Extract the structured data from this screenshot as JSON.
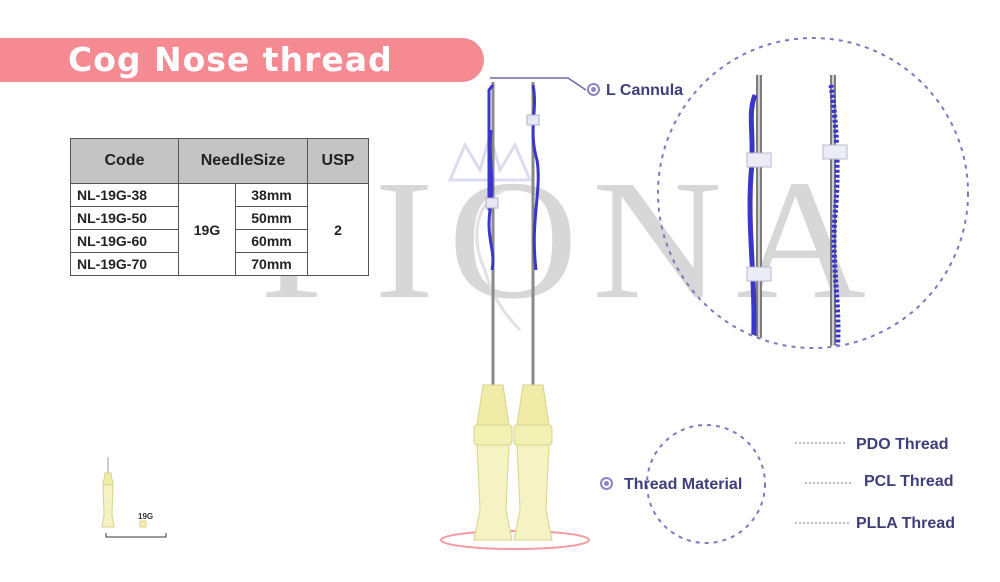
{
  "title": "Cog Nose thread",
  "watermark": "FIONA",
  "table": {
    "headers": [
      "Code",
      "NeedleSize",
      "USP"
    ],
    "rows": [
      {
        "code": "NL-19G-38",
        "length": "38mm"
      },
      {
        "code": "NL-19G-50",
        "length": "50mm"
      },
      {
        "code": "NL-19G-60",
        "length": "60mm"
      },
      {
        "code": "NL-19G-70",
        "length": "70mm"
      }
    ],
    "gauge": "19G",
    "usp": "2"
  },
  "callouts": {
    "cannula": "L Cannula",
    "thread_material": "Thread Material",
    "materials": [
      "PDO Thread",
      "PCL Thread",
      "PLLA Thread"
    ]
  },
  "scale_label": "19G",
  "colors": {
    "banner": "#f58a93",
    "thread": "#3b35c9",
    "label": "#3e3e7a",
    "dashed_circle": "#7f79bd",
    "hub": "#f3f0b4",
    "ring": "#f59aa0"
  }
}
